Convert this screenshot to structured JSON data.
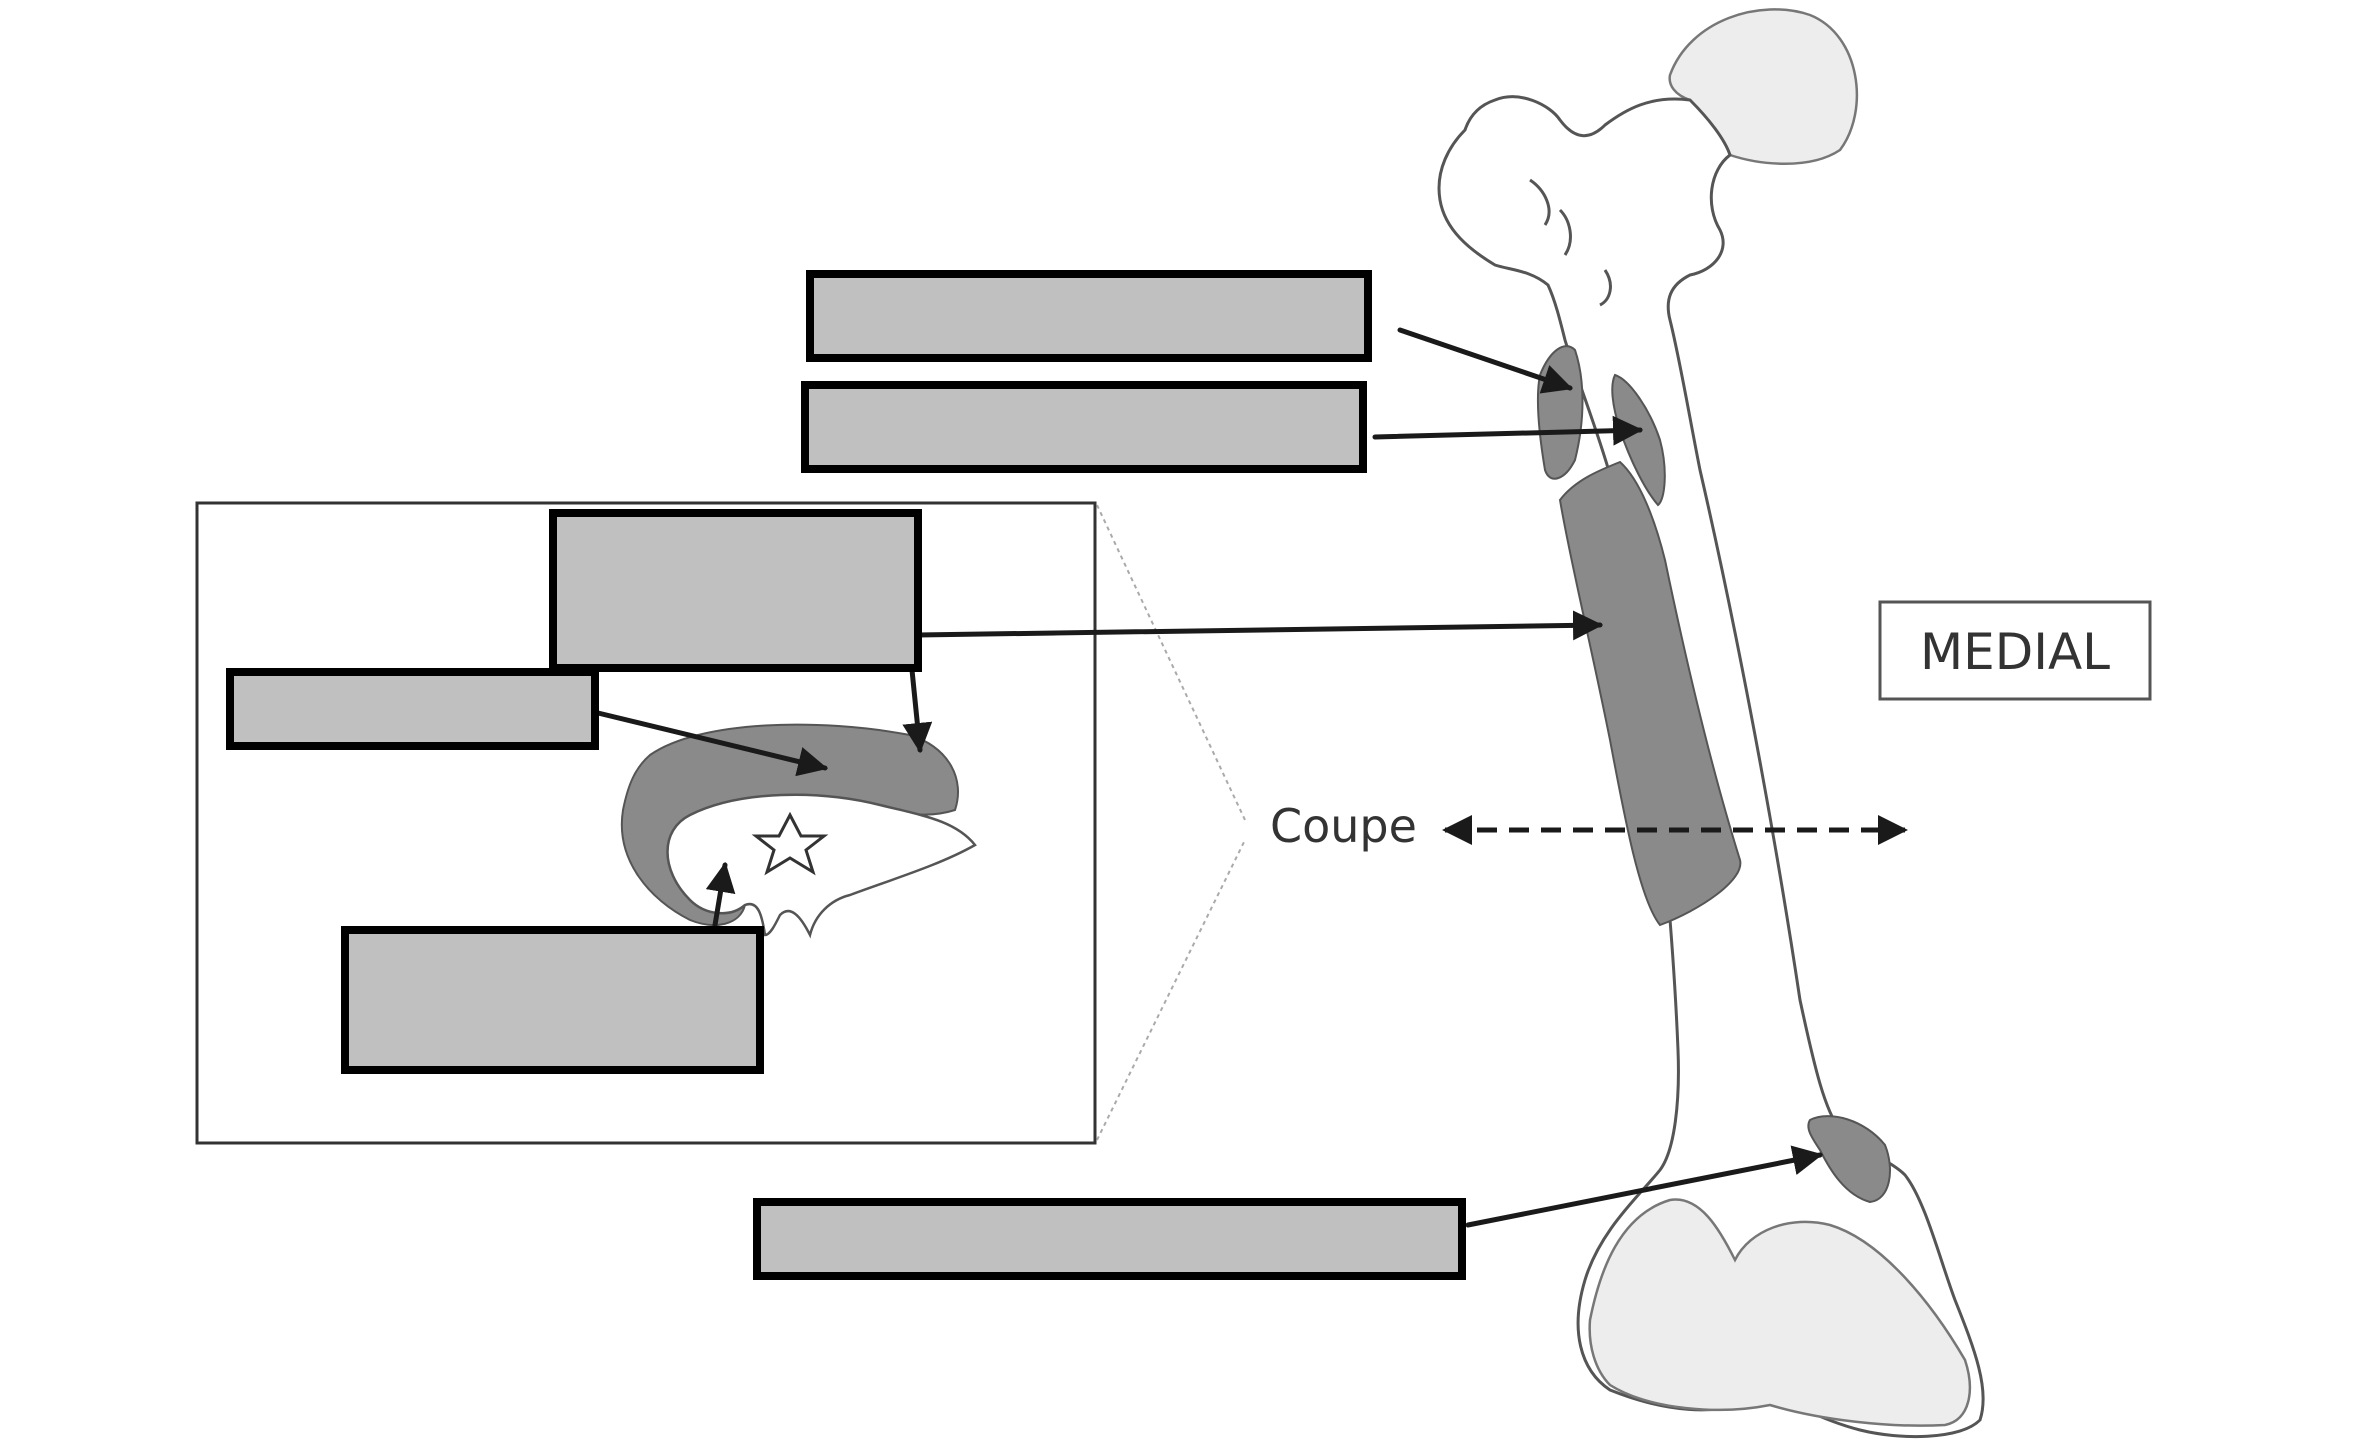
{
  "orientation_label": "MEDIAL",
  "section_label": "Coupe",
  "colors": {
    "label_fill": "#c0c0c0",
    "label_border": "#000000",
    "shaded_region": "#8a8a8a",
    "line": "#1a1a1a"
  },
  "hidden_labels": [
    {
      "id": "label-upper-1",
      "text": ""
    },
    {
      "id": "label-upper-2",
      "text": ""
    },
    {
      "id": "label-inset-top",
      "text": ""
    },
    {
      "id": "label-inset-left",
      "text": ""
    },
    {
      "id": "label-inset-bottom",
      "text": ""
    },
    {
      "id": "label-lower",
      "text": ""
    }
  ]
}
